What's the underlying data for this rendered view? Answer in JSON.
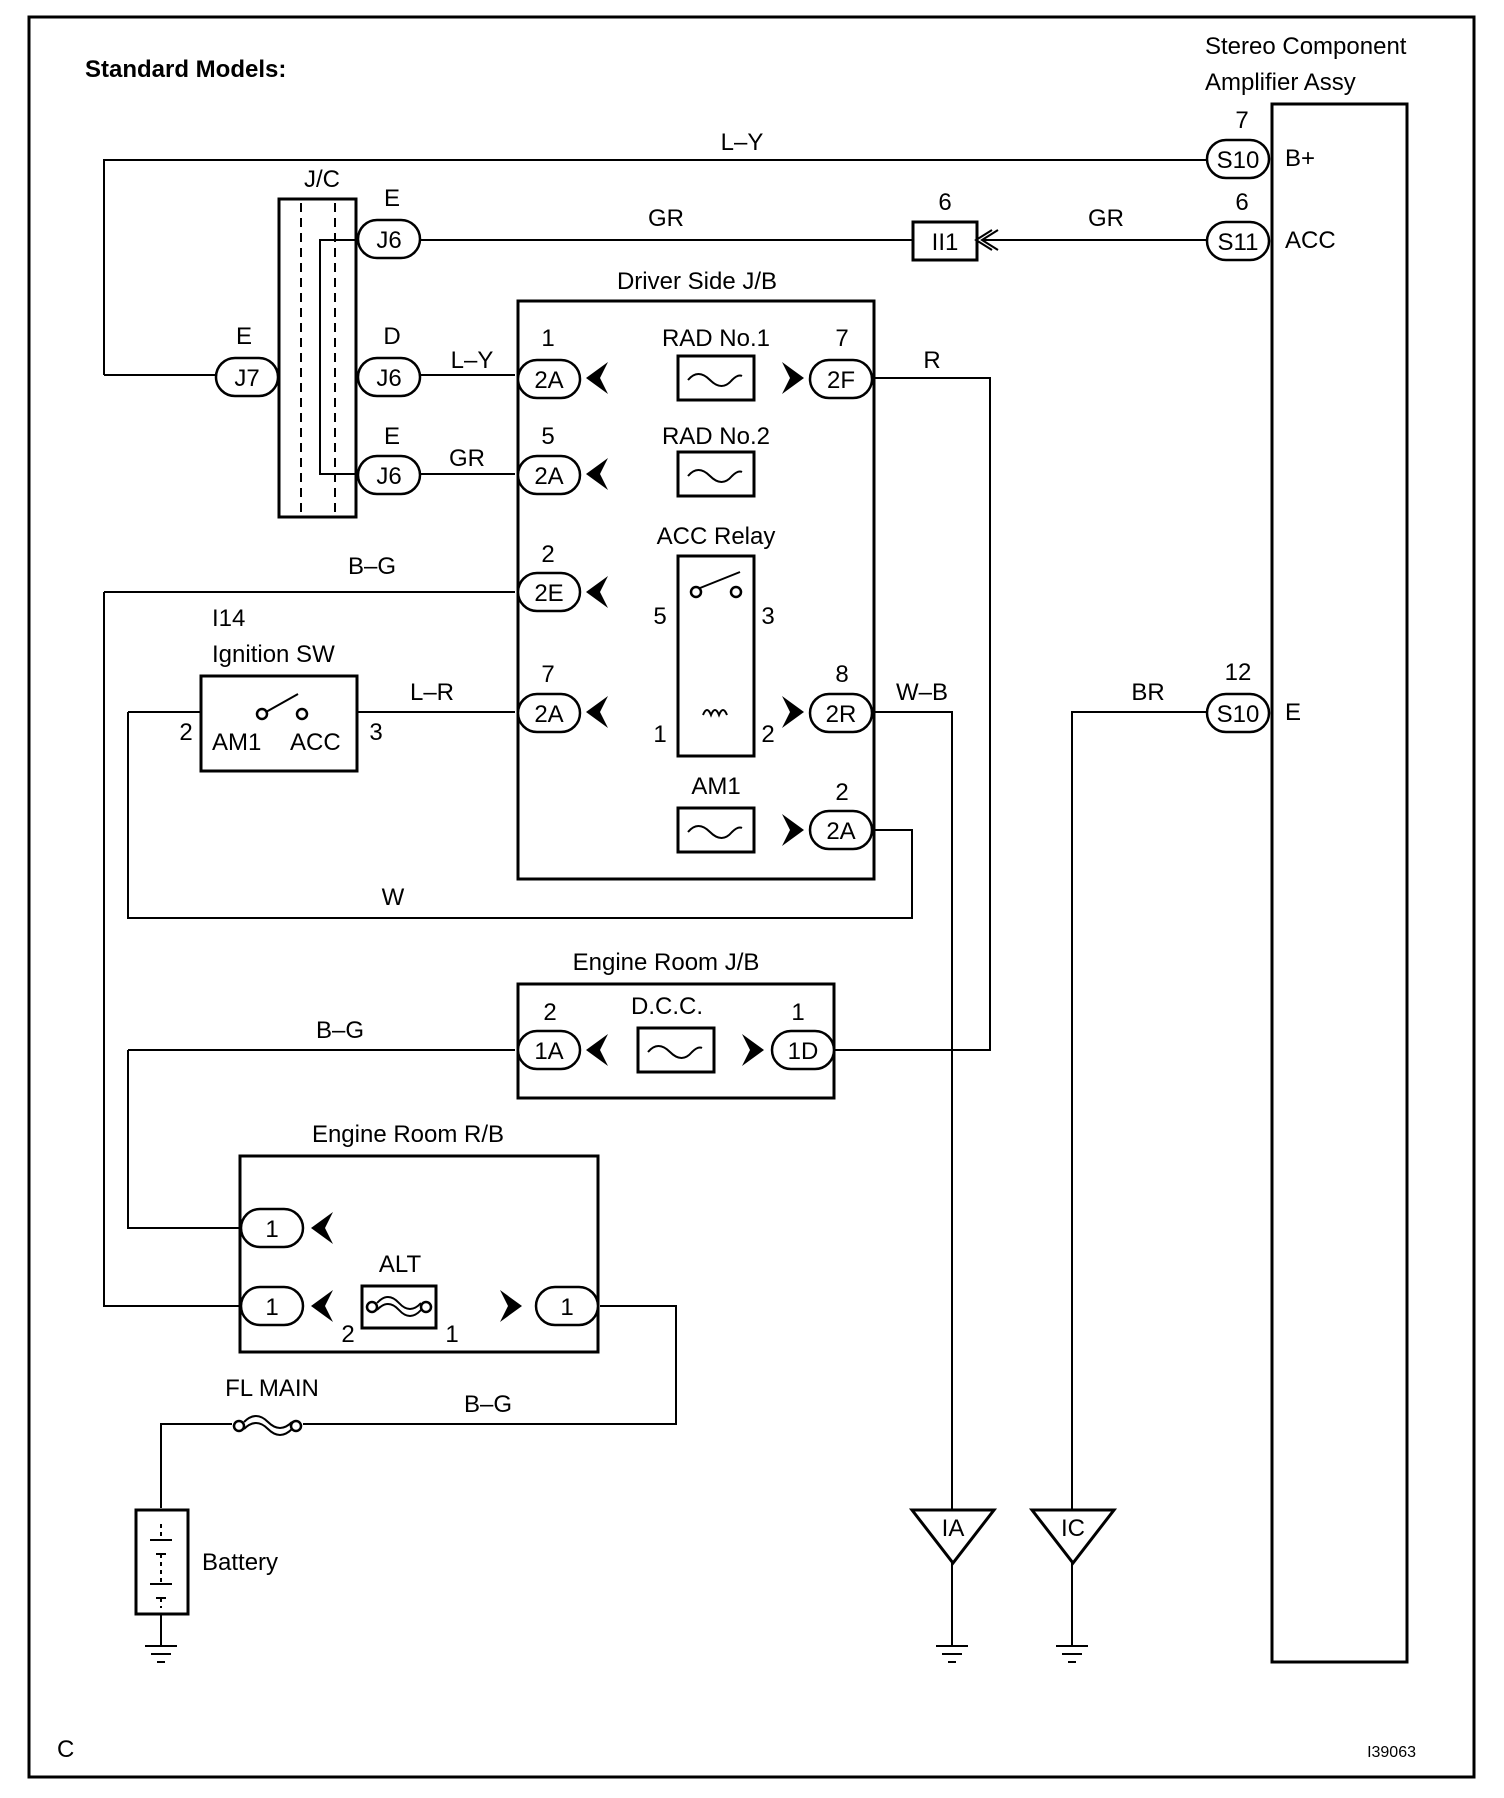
{
  "title": "Standard Models:",
  "corner_letter": "C",
  "figure_code": "I39063",
  "stereo": {
    "line1": "Stereo Component",
    "line2": "Amplifier Assy"
  },
  "jc": {
    "title": "J/C"
  },
  "driver_jb": {
    "title": "Driver Side J/B"
  },
  "engine_jb": {
    "title": "Engine Room J/B"
  },
  "engine_rb": {
    "title": "Engine Room R/B"
  },
  "ignition": {
    "code": "I14",
    "title": "Ignition SW",
    "am1": "AM1",
    "acc": "ACC",
    "pin_left": "2",
    "pin_right": "3"
  },
  "fuses": {
    "rad1": "RAD No.1",
    "rad2": "RAD No.2",
    "am1": "AM1",
    "dcc": "D.C.C.",
    "alt": "ALT",
    "fl_main": "FL MAIN"
  },
  "relay": {
    "title": "ACC Relay",
    "pins": [
      "5",
      "3",
      "1",
      "2"
    ]
  },
  "battery": "Battery",
  "wires": {
    "ly_top": "L–Y",
    "gr_jc": "GR",
    "gr_ii1": "GR",
    "ly_jc": "L–Y",
    "gr_rad2": "GR",
    "bg_2e": "B–G",
    "lr": "L–R",
    "r": "R",
    "wb": "W–B",
    "br": "BR",
    "w": "W",
    "bg_dcc": "B–G",
    "bg_fl": "B–G"
  },
  "connectors": [
    {
      "id": "s10-top",
      "label": "S10",
      "pin": "7",
      "terminal": "B+"
    },
    {
      "id": "s11",
      "label": "S11",
      "pin": "6",
      "terminal": "ACC"
    },
    {
      "id": "s10-bottom",
      "label": "S10",
      "pin": "12",
      "terminal": "E"
    },
    {
      "id": "ii1",
      "label": "II1",
      "pin": "6"
    },
    {
      "id": "j6-top",
      "label": "J6",
      "pin": "E"
    },
    {
      "id": "j6-mid",
      "label": "J6",
      "pin": "D"
    },
    {
      "id": "j6-low",
      "label": "J6",
      "pin": "E"
    },
    {
      "id": "j7",
      "label": "J7",
      "pin": "E"
    },
    {
      "id": "2a-1",
      "label": "2A",
      "pin": "1"
    },
    {
      "id": "2f",
      "label": "2F",
      "pin": "7"
    },
    {
      "id": "2a-5",
      "label": "2A",
      "pin": "5"
    },
    {
      "id": "2e",
      "label": "2E",
      "pin": "2"
    },
    {
      "id": "2a-7",
      "label": "2A",
      "pin": "7"
    },
    {
      "id": "2r",
      "label": "2R",
      "pin": "8"
    },
    {
      "id": "2a-2",
      "label": "2A",
      "pin": "2"
    },
    {
      "id": "1a",
      "label": "1A",
      "pin": "2"
    },
    {
      "id": "1d",
      "label": "1D",
      "pin": "1"
    },
    {
      "id": "rb-1a",
      "label": "1",
      "pin": ""
    },
    {
      "id": "rb-1b",
      "label": "1",
      "pin": ""
    },
    {
      "id": "rb-1c",
      "label": "1",
      "pin": ""
    }
  ],
  "alt_pins": [
    "2",
    "1"
  ],
  "grounds": [
    {
      "id": "ia",
      "label": "IA"
    },
    {
      "id": "ic",
      "label": "IC"
    }
  ]
}
